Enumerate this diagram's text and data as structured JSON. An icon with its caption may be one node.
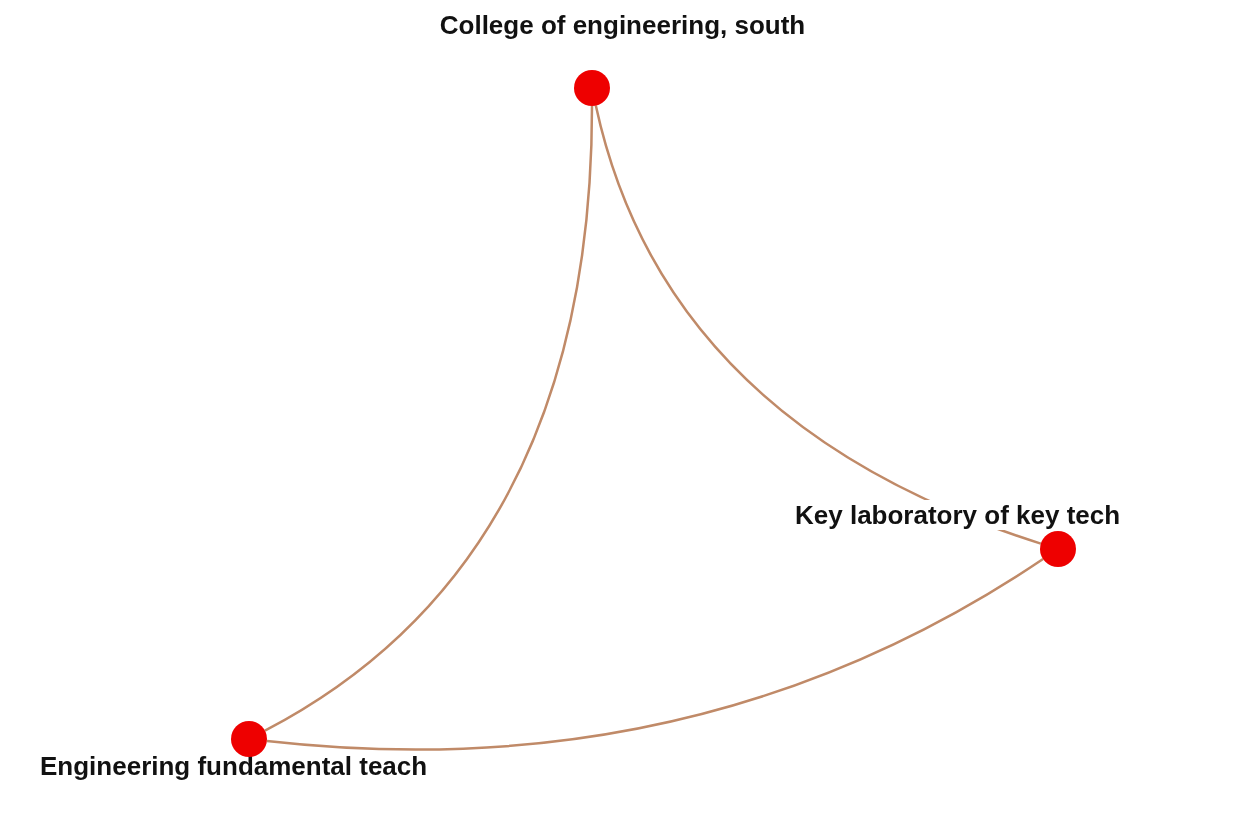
{
  "diagram": {
    "nodes": [
      {
        "text": [
          "College of engineering, south"
        ]
      },
      {
        "text": [
          "Key laboratory of key tech"
        ]
      },
      {
        "text": [
          "Engineering fundamental teach"
        ]
      }
    ],
    "edges": [
      {
        "from": 0,
        "to": 2,
        "arrow": "none"
      },
      {
        "from": 0,
        "to": 1,
        "arrow": "none"
      },
      {
        "from": 2,
        "to": 1,
        "arrow": "none"
      }
    ]
  }
}
